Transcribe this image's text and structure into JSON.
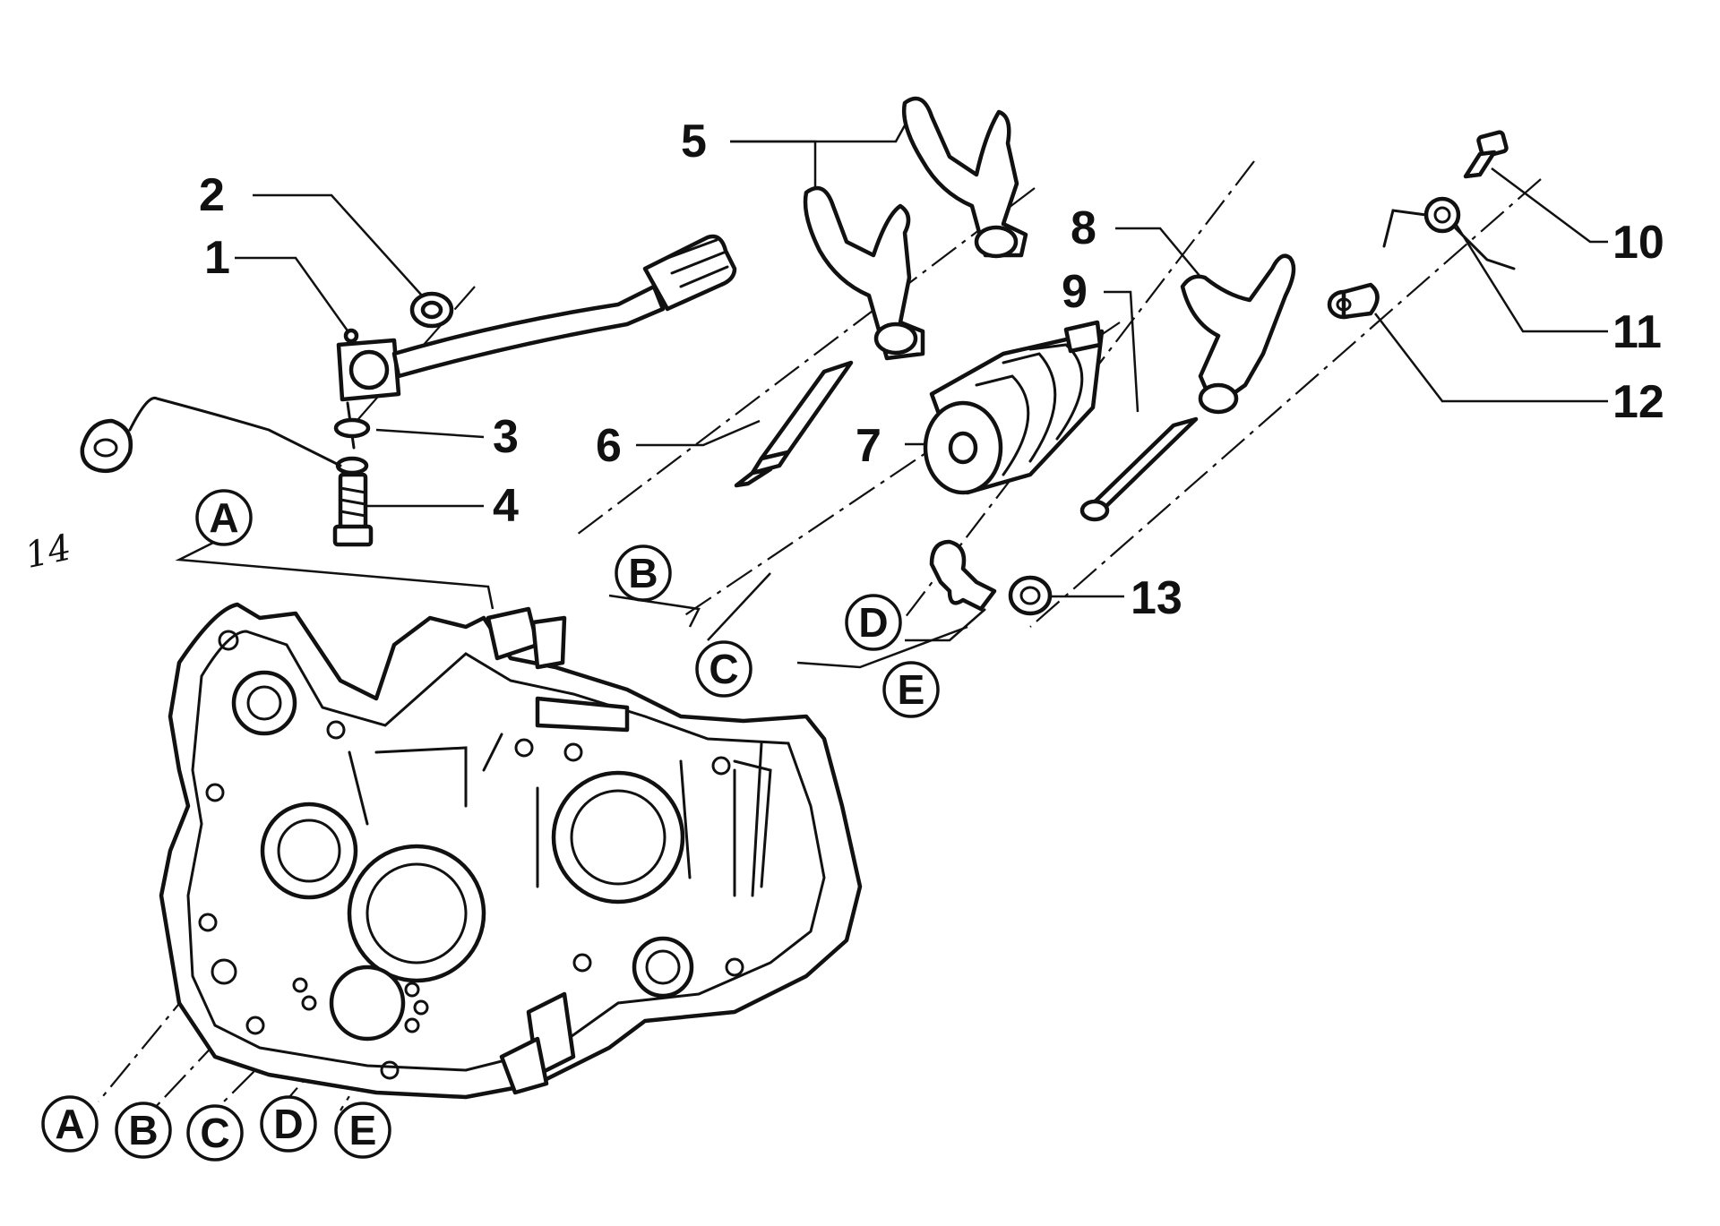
{
  "diagram": {
    "part_labels": [
      "1",
      "2",
      "3",
      "4",
      "5",
      "6",
      "7",
      "8",
      "9",
      "10",
      "11",
      "12",
      "13"
    ],
    "handwritten_label": "14",
    "callout_letters_upper": [
      "A",
      "B",
      "C",
      "D",
      "E"
    ],
    "callout_letters_lower": [
      "A",
      "B",
      "C",
      "D",
      "E"
    ]
  }
}
